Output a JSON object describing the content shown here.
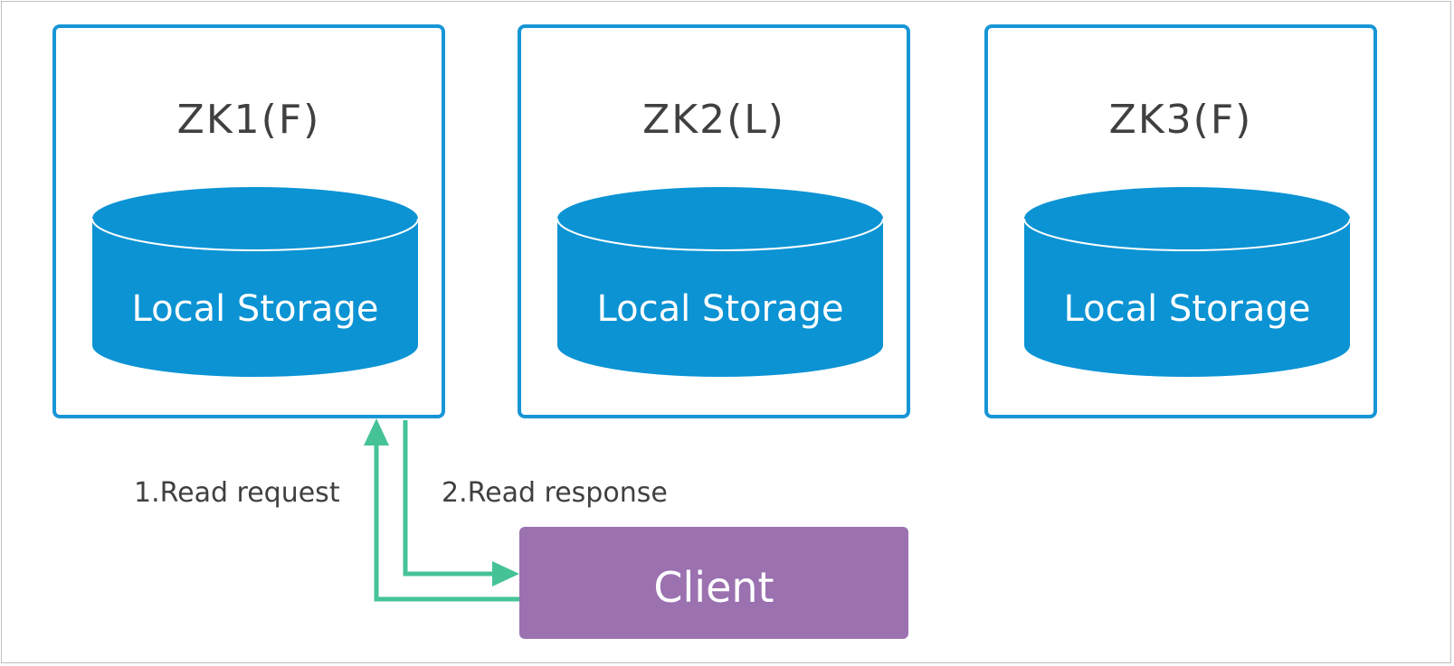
{
  "colors": {
    "server_border": "#1796d6",
    "storage_fill": "#0b93d4",
    "storage_rim": "#ffffff",
    "client_fill": "#9b71b0",
    "arrow": "#45c396",
    "text": "#404040"
  },
  "servers": [
    {
      "title": "ZK1(F)",
      "storage_label": "Local Storage"
    },
    {
      "title": "ZK2(L)",
      "storage_label": "Local Storage"
    },
    {
      "title": "ZK3(F)",
      "storage_label": "Local Storage"
    }
  ],
  "client": {
    "label": "Client"
  },
  "edges": {
    "read_request": "1.Read request",
    "read_response": "2.Read response"
  }
}
